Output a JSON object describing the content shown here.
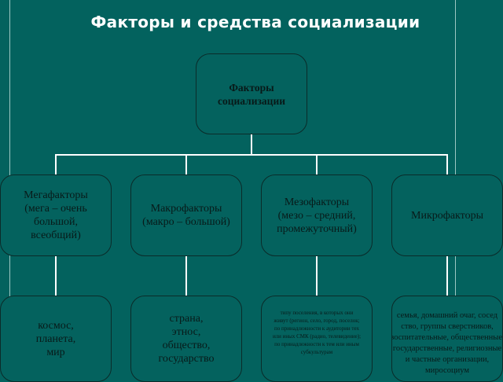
{
  "title": "Факторы и средства социализации",
  "root": [
    "Факторы",
    "социализации"
  ],
  "factors": [
    {
      "lines": [
        "Мегафакторы",
        "(мега – очень",
        "большой,",
        "всеобщий)"
      ]
    },
    {
      "lines": [
        "Макрофакторы",
        "(макро – большой)"
      ]
    },
    {
      "lines": [
        "Мезофакторы",
        "(мезо – средний,",
        "промежуточный)"
      ]
    },
    {
      "lines": [
        "Микрофакторы"
      ]
    }
  ],
  "examples": [
    {
      "lines": [
        "космос,",
        "планета,",
        "мир"
      ]
    },
    {
      "lines": [
        "страна,",
        "этнос,",
        "общество,",
        "государство"
      ]
    },
    {
      "lines": [
        "типу поселения, в которых они",
        "живут (регион, село, город, поселок;",
        "по принадлежности к аудитории тех",
        "или иных СМК (радио, телевидение);",
        "по принадлежности к тем или иным",
        "субкультурам"
      ]
    },
    {
      "lines": [
        "семья, домашний очаг, сосед",
        "ство, группы сверстников,",
        "воспитательные, общественные,",
        "государственные, религиозные",
        "и частные организации,",
        "миросоциум"
      ]
    }
  ]
}
